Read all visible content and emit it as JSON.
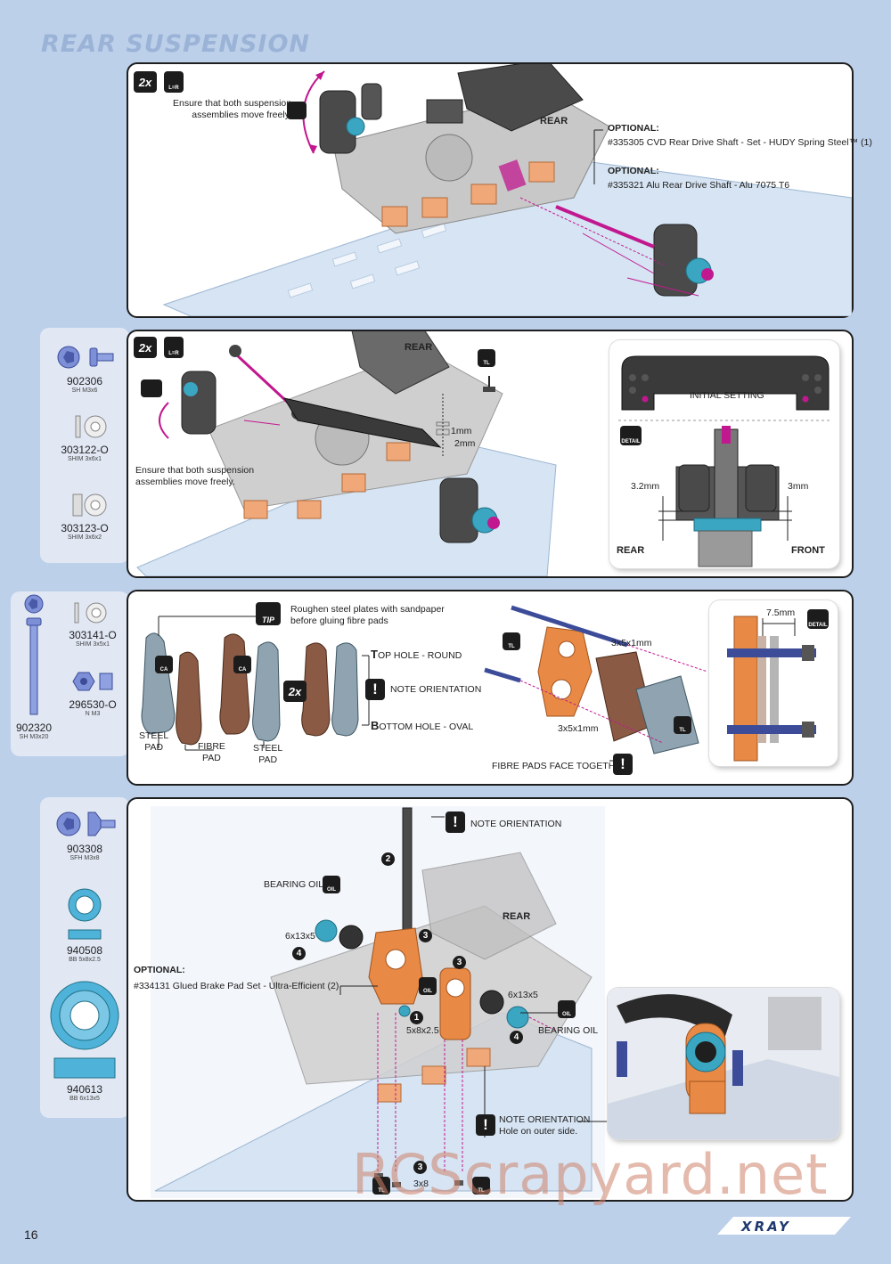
{
  "page": {
    "section_title": "REAR SUSPENSION",
    "page_number": "16",
    "brand": "XRAY",
    "watermark": "RCScrapyard.net"
  },
  "common": {
    "qty_2x": "2x",
    "lr_label": "L=R",
    "tl_label": "TL",
    "ca_label": "CA",
    "oil_label": "OIL",
    "detail_label": "DETAIL",
    "tip_label": "TIP"
  },
  "step1": {
    "note_free": "Ensure that both suspension\nassemblies move freely.",
    "rear_label": "REAR",
    "optional_1_title": "OPTIONAL:",
    "optional_1_text": "#335305 CVD Rear Drive Shaft - Set - HUDY Spring Steel™ (1)",
    "optional_2_title": "OPTIONAL:",
    "optional_2_text": "#335321 Alu Rear Drive Shaft - Alu 7075 T6"
  },
  "step2": {
    "parts": [
      {
        "number": "902306",
        "spec": "SH M3x6"
      },
      {
        "number": "303122-O",
        "spec": "SHIM 3x6x1"
      },
      {
        "number": "303123-O",
        "spec": "SHIM 3x6x2"
      }
    ],
    "rear_label": "REAR",
    "dim_1mm": "1mm",
    "dim_2mm": "2mm",
    "note_free": "Ensure that both suspension\nassemblies move freely.",
    "inset_initial": "INITIAL SETTING",
    "inset_dim_left": "3.2mm",
    "inset_dim_right": "3mm",
    "inset_rear": "REAR",
    "inset_front": "FRONT"
  },
  "step3": {
    "parts": [
      {
        "number": "303141-O",
        "spec": "SHIM 3x5x1"
      },
      {
        "number": "296530-O",
        "spec": "N M3"
      },
      {
        "number": "902320",
        "spec": "SH M3x20"
      }
    ],
    "tip_text": "Roughen steel plates with sandpaper\nbefore gluing fibre pads",
    "steel_pad": "STEEL\nPAD",
    "fibre_pad": "FIBRE\nPAD",
    "steel_pad_2": "STEEL\nPAD",
    "top_hole": "OP  HOLE - ROUND",
    "top_letter": "T",
    "note_orientation": "NOTE ORIENTATION",
    "bottom_letter": "B",
    "bottom_hole": "OTTOM  HOLE - OVAL",
    "dim_3x5x1_a": "3x5x1mm",
    "dim_3x5x1_b": "3x5x1mm",
    "fibre_together": "FIBRE PADS FACE TOGETHER",
    "dim_7_5": "7.5mm"
  },
  "step4": {
    "parts": [
      {
        "number": "903308",
        "spec": "SFH M3x8"
      },
      {
        "number": "940508",
        "spec": "BB 5x8x2.5"
      },
      {
        "number": "940613",
        "spec": "BB 6x13x5"
      }
    ],
    "note_orientation": "NOTE ORIENTATION",
    "bearing_oil_1": "BEARING OIL",
    "bearing_6x13x5_a": "6x13x5",
    "rear_label": "REAR",
    "optional_title": "OPTIONAL:",
    "optional_text": "#334131 Glued Brake Pad Set - Ultra-Efficient (2)",
    "bearing_6x13x5_b": "6x13x5",
    "bearing_oil_2": "BEARING OIL",
    "bearing_5x8": "5x8x2.5",
    "note_orientation_2": "NOTE ORIENTATION\nHole on outer side.",
    "screw_3x8": "3x8",
    "n1": "1",
    "n2": "2",
    "n3a": "3",
    "n3b": "3",
    "n3c": "3",
    "n4a": "4",
    "n4b": "4"
  },
  "colors": {
    "background": "#bcd0ea",
    "orange_part": "#e88a45",
    "steel_blue": "#6aa7d6",
    "bearing_teal": "#3aa6c2",
    "magenta_arrow": "#c2188f",
    "carbon": "#3a3a3a"
  }
}
